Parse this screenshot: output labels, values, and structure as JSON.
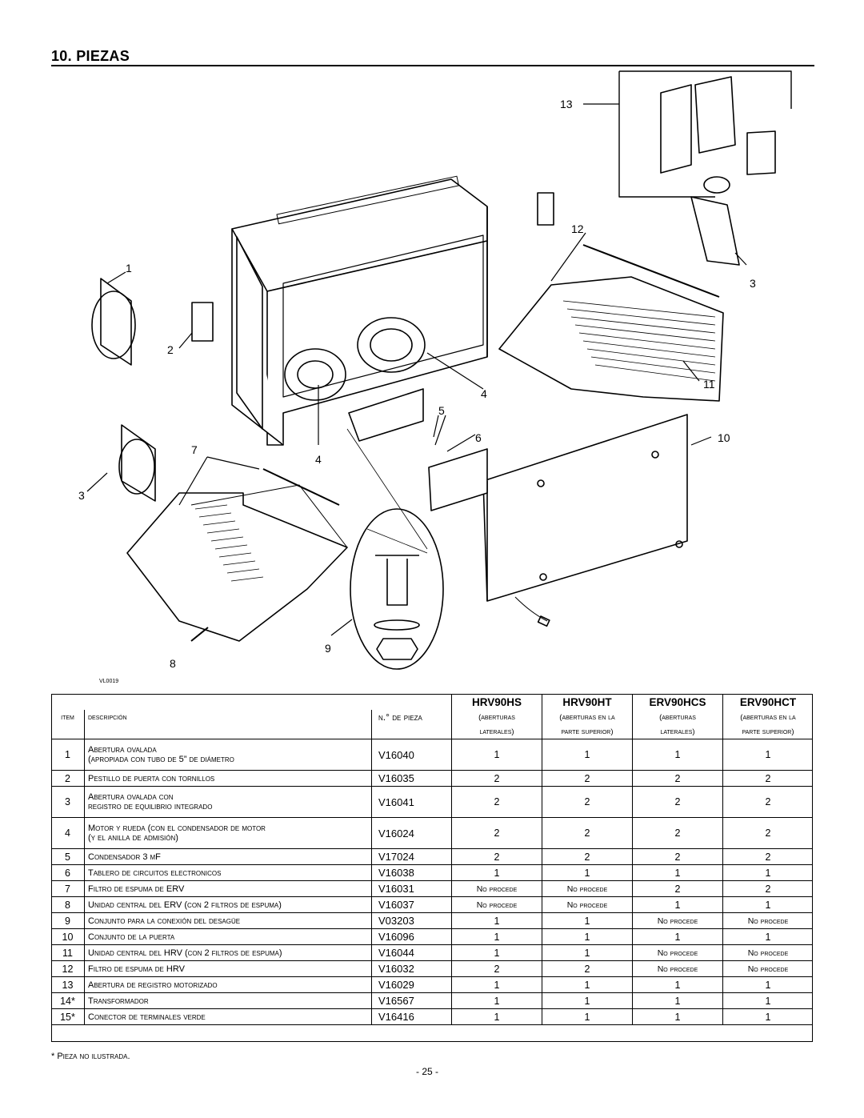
{
  "page_title": "10. PIEZAS",
  "diagram": {
    "image_code": "VL0019",
    "callouts": [
      "1",
      "2",
      "3",
      "4",
      "5",
      "6",
      "7",
      "8",
      "9",
      "10",
      "11",
      "12",
      "13"
    ]
  },
  "table": {
    "headers": {
      "item": "Item",
      "description": "Descripción",
      "part_number": "N.° de pieza",
      "models": [
        {
          "name": "HRV90HS",
          "line1": "(aberturas",
          "line2": "laterales)"
        },
        {
          "name": "HRV90HT",
          "line1": "(aberturas en la",
          "line2": "parte superior)"
        },
        {
          "name": "ERV90HCS",
          "line1": "(aberturas",
          "line2": "laterales)"
        },
        {
          "name": "ERV90HCT",
          "line1": "(aberturas en la",
          "line2": "parte superior)"
        }
      ]
    },
    "rows": [
      {
        "item": "1",
        "desc1": "Abertura ovalada",
        "desc2": "(apropiada con tubo de 5” de diámetro",
        "part": "V16040",
        "q": [
          "1",
          "1",
          "1",
          "1"
        ]
      },
      {
        "item": "2",
        "desc1": "Pestillo de puerta con tornillos",
        "desc2": "",
        "part": "V16035",
        "q": [
          "2",
          "2",
          "2",
          "2"
        ]
      },
      {
        "item": "3",
        "desc1": "Abertura ovalada con",
        "desc2": "registro de equilibrio integrado",
        "part": "V16041",
        "q": [
          "2",
          "2",
          "2",
          "2"
        ]
      },
      {
        "item": "4",
        "desc1": "Motor y rueda (con el condensador de motor",
        "desc2": "(y el anilla de admisión)",
        "part": "V16024",
        "q": [
          "2",
          "2",
          "2",
          "2"
        ]
      },
      {
        "item": "5",
        "desc1": "Condensador 3 µF",
        "desc2": "",
        "part": "V17024",
        "q": [
          "2",
          "2",
          "2",
          "2"
        ]
      },
      {
        "item": "6",
        "desc1": "Tablero de circuitos electronicos",
        "desc2": "",
        "part": "V16038",
        "q": [
          "1",
          "1",
          "1",
          "1"
        ]
      },
      {
        "item": "7",
        "desc1": "Filtro de espuma de ERV",
        "desc2": "",
        "part": "V16031",
        "q": [
          "No procede",
          "No procede",
          "2",
          "2"
        ]
      },
      {
        "item": "8",
        "desc1": "Unidad central del ERV (con 2 filtros de espuma)",
        "desc2": "",
        "part": "V16037",
        "q": [
          "No procede",
          "No procede",
          "1",
          "1"
        ]
      },
      {
        "item": "9",
        "desc1": "Conjunto para la conexión del desagüe",
        "desc2": "",
        "part": "V03203",
        "q": [
          "1",
          "1",
          "No procede",
          "No procede"
        ]
      },
      {
        "item": "10",
        "desc1": "Conjunto de la puerta",
        "desc2": "",
        "part": "V16096",
        "q": [
          "1",
          "1",
          "1",
          "1"
        ]
      },
      {
        "item": "11",
        "desc1": "Unidad central del HRV (con 2 filtros de espuma)",
        "desc2": "",
        "part": "V16044",
        "q": [
          "1",
          "1",
          "No procede",
          "No procede"
        ]
      },
      {
        "item": "12",
        "desc1": "Filtro de espuma de HRV",
        "desc2": "",
        "part": "V16032",
        "q": [
          "2",
          "2",
          "No procede",
          "No procede"
        ]
      },
      {
        "item": "13",
        "desc1": "Abertura de registro motorizado",
        "desc2": "",
        "part": "V16029",
        "q": [
          "1",
          "1",
          "1",
          "1"
        ]
      },
      {
        "item": "14*",
        "desc1": "Transformador",
        "desc2": "",
        "part": "V16567",
        "q": [
          "1",
          "1",
          "1",
          "1"
        ]
      },
      {
        "item": "15*",
        "desc1": "Conector de terminales verde",
        "desc2": "",
        "part": "V16416",
        "q": [
          "1",
          "1",
          "1",
          "1"
        ]
      }
    ]
  },
  "footnote": "* Pieza no ilustrada.",
  "page_number": "- 25 -"
}
